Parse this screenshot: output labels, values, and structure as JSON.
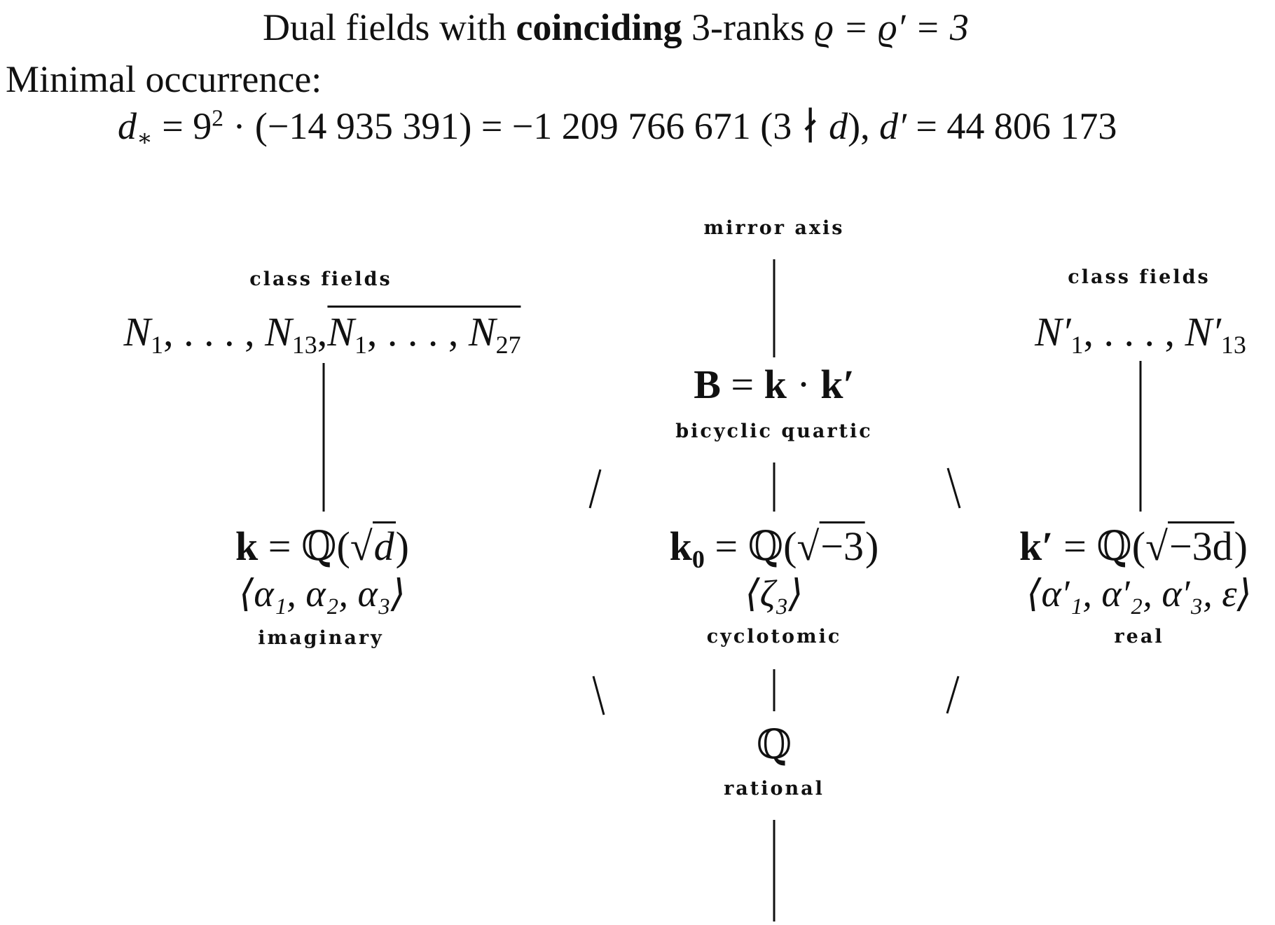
{
  "header": {
    "title_pre": "Dual fields with ",
    "title_bold": "coinciding",
    "title_post": " 3-ranks ",
    "title_ranks": "ϱ = ϱ′ = 3",
    "minimal_label": "Minimal occurrence:",
    "discriminant_lhs": "d",
    "discriminant_lhs_sub": "∗",
    "discriminant_expr": " = 9",
    "discriminant_exp": "2",
    "discriminant_rest": " · (−14 935 391) = −1 209 766 671 (3 ∤ ",
    "discriminant_d": "d",
    "discriminant_close": "), ",
    "dual_d": "d′",
    "dual_value": " = 44 806 173"
  },
  "labels": {
    "mirror_axis": "mirror axis",
    "class_fields_left": "class fields",
    "class_fields_right": "class fields",
    "bicyclic_quartic": "bicyclic quartic",
    "imaginary": "imaginary",
    "cyclotomic": "cyclotomic",
    "real": "real",
    "rational": "rational"
  },
  "nodes": {
    "left_class_fields": {
      "part1": "N",
      "sub1": "1",
      "dots": ", . . . , ",
      "part2": "N",
      "sub2": "13",
      "comma": ",",
      "over_part1": "N",
      "over_sub1": "1",
      "over_dots": ", . . . , ",
      "over_part2": "N",
      "over_sub2": "27"
    },
    "right_class_fields": {
      "part1": "N′",
      "sub1": "1",
      "dots": ", . . . , ",
      "part2": "N′",
      "sub2": "13"
    },
    "bicyclic": {
      "lhs": "B",
      "eq": " = ",
      "k": "k",
      "dot": " · ",
      "kprime": "k′"
    },
    "k_field": {
      "lhs": "k",
      "eq": " = ℚ(√",
      "radicand": "d",
      "close": ")",
      "units": "⟨α₁, α₂, α₃⟩"
    },
    "k0_field": {
      "lhs": "k",
      "lhs_sub": "0",
      "eq": " = ℚ(√",
      "radicand": "−3",
      "close": ")",
      "units": "⟨ζ₃⟩"
    },
    "kprime_field": {
      "lhs": "k′",
      "eq": " = ℚ(√",
      "radicand": "−3d",
      "close": ")",
      "units": "⟨α′₁, α′₂, α′₃, ε⟩"
    },
    "rational_field": {
      "symbol": "ℚ"
    }
  },
  "colors": {
    "ink": "#111111",
    "background": "#ffffff"
  }
}
